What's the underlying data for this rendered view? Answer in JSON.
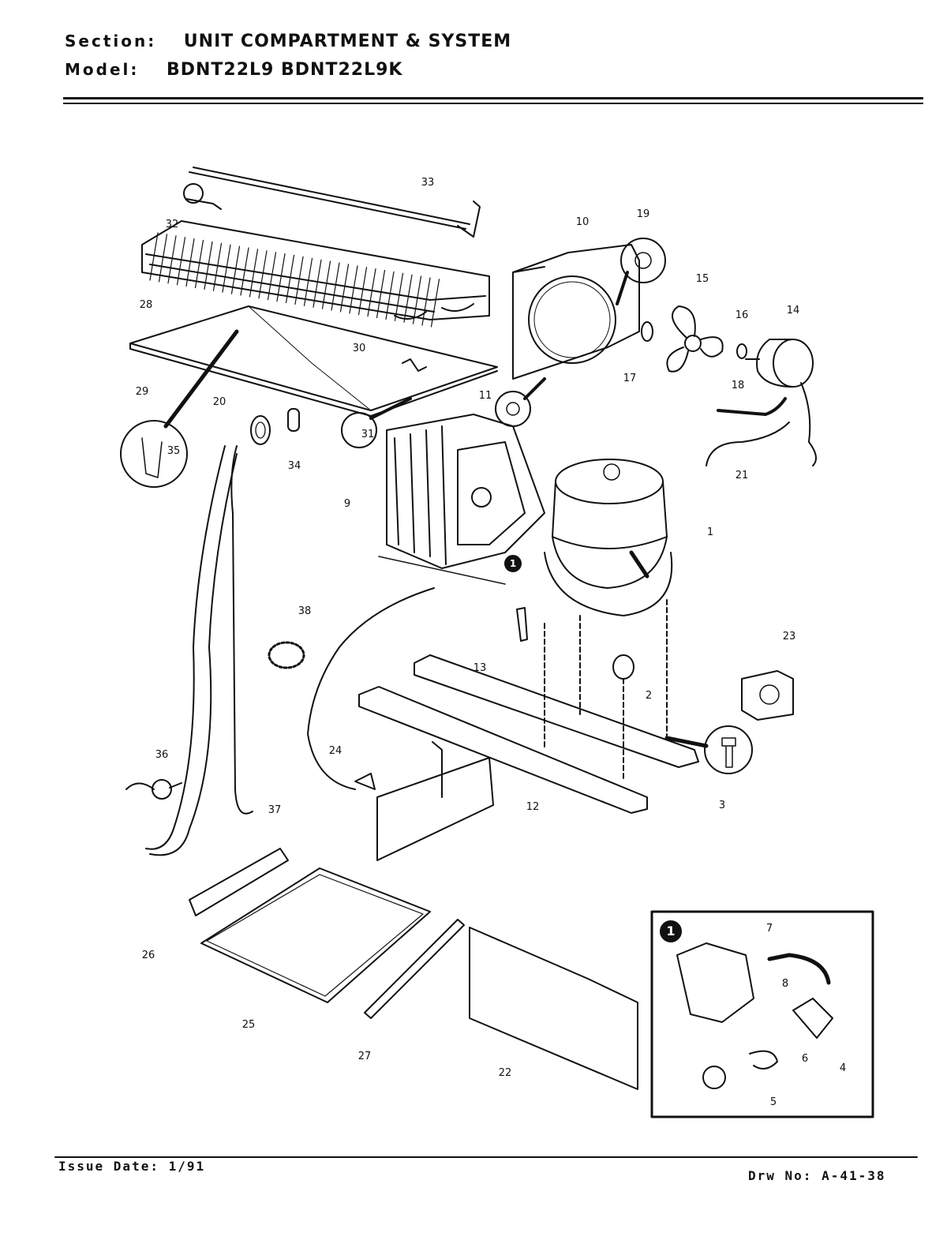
{
  "header": {
    "section_label": "Section:",
    "section_value": "UNIT COMPARTMENT & SYSTEM",
    "model_label": "Model:",
    "model_value": "BDNT22L9   BDNT22L9K"
  },
  "callouts": [
    "1",
    "2",
    "3",
    "4",
    "5",
    "6",
    "7",
    "8",
    "9",
    "10",
    "11",
    "12",
    "13",
    "14",
    "15",
    "16",
    "17",
    "18",
    "19",
    "20",
    "21",
    "22",
    "23",
    "24",
    "25",
    "26",
    "27",
    "28",
    "29",
    "30",
    "31",
    "32",
    "33",
    "34",
    "35",
    "36",
    "37",
    "38"
  ],
  "inset": {
    "badge": "1"
  },
  "footer": {
    "issue_date": "Issue Date: 1/91",
    "drawing_number": "Drw No: A-41-38"
  },
  "colors": {
    "ink": "#111111",
    "paper": "#ffffff"
  }
}
